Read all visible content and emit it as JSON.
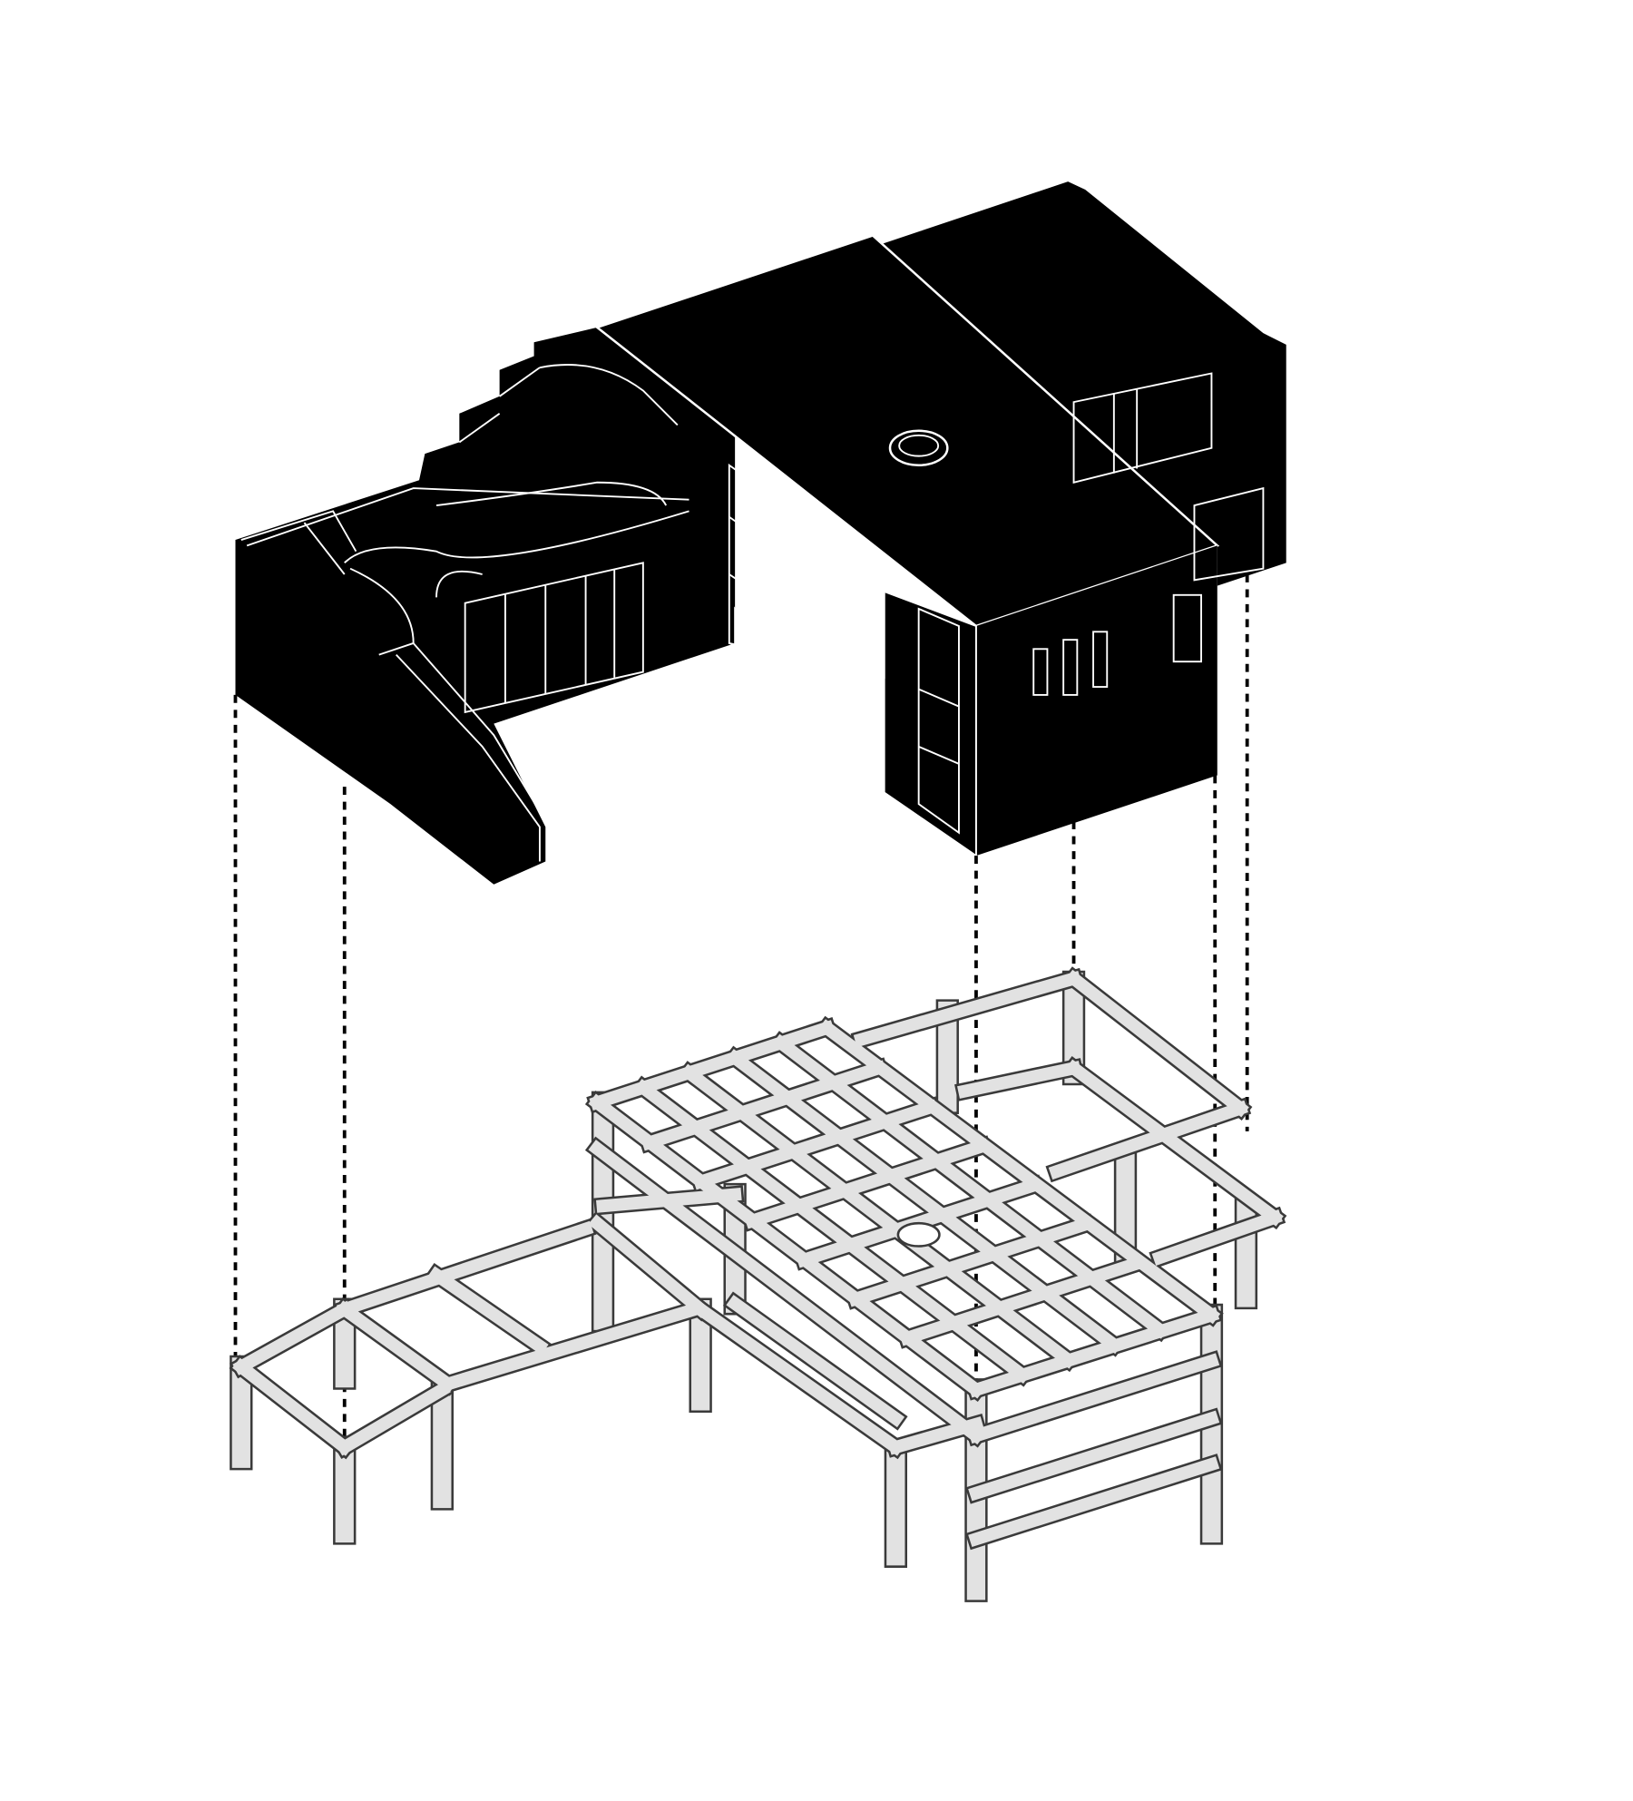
{
  "diagram": {
    "kind": "exploded-axonometric",
    "upper_part": "building-massing",
    "lower_part": "structural-frame",
    "colors": {
      "background": "#ffffff",
      "building_fill": "#000000",
      "building_detail": "#ffffff",
      "frame_fill": "#e2e2e2",
      "frame_outline": "#3a3a3a",
      "guide_line": "#000000"
    }
  }
}
